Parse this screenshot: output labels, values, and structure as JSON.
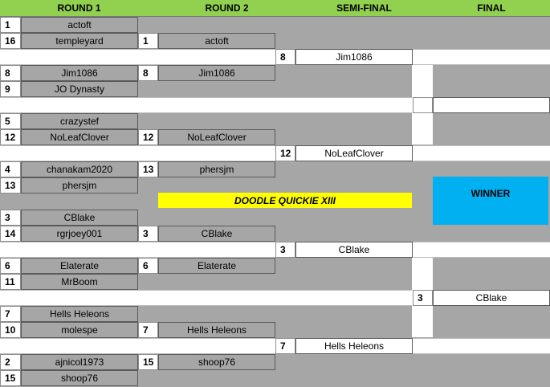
{
  "headers": [
    "ROUND 1",
    "ROUND 2",
    "SEMI-FINAL",
    "FINAL"
  ],
  "title": "DOODLE QUICKIE XIII",
  "winner_label": "WINNER",
  "colors": {
    "win": "#92d050",
    "loss": "#ff0000",
    "title": "#ffff00",
    "winner": "#00b0f0",
    "neutral": "#ffffff"
  },
  "round1": [
    {
      "seed": "1",
      "name": "actoft",
      "status": "win"
    },
    {
      "seed": "16",
      "name": "templeyard",
      "status": "loss"
    },
    {
      "seed": "8",
      "name": "Jim1086",
      "status": "win"
    },
    {
      "seed": "9",
      "name": "JO Dynasty",
      "status": "loss"
    },
    {
      "seed": "5",
      "name": "crazystef",
      "status": "loss"
    },
    {
      "seed": "12",
      "name": "NoLeafClover",
      "status": "win"
    },
    {
      "seed": "4",
      "name": "chanakam2020",
      "status": "loss"
    },
    {
      "seed": "13",
      "name": "phersjm",
      "status": "win"
    },
    {
      "seed": "3",
      "name": "CBlake",
      "status": "win"
    },
    {
      "seed": "14",
      "name": "rgrjoey001",
      "status": "loss"
    },
    {
      "seed": "6",
      "name": "Elaterate",
      "status": "win"
    },
    {
      "seed": "11",
      "name": "MrBoom",
      "status": "loss"
    },
    {
      "seed": "7",
      "name": "Hells Heleons",
      "status": "win"
    },
    {
      "seed": "10",
      "name": "molespe",
      "status": "loss"
    },
    {
      "seed": "2",
      "name": "ajnicol1973",
      "status": "loss"
    },
    {
      "seed": "15",
      "name": "shoop76",
      "status": "win"
    }
  ],
  "round2": [
    {
      "seed": "1",
      "name": "actoft",
      "status": "loss"
    },
    {
      "seed": "8",
      "name": "Jim1086",
      "status": "win"
    },
    {
      "seed": "12",
      "name": "NoLeafClover",
      "status": "win"
    },
    {
      "seed": "13",
      "name": "phersjm",
      "status": "loss"
    },
    {
      "seed": "3",
      "name": "CBlake",
      "status": "win"
    },
    {
      "seed": "6",
      "name": "Elaterate",
      "status": "loss"
    },
    {
      "seed": "7",
      "name": "Hells Heleons",
      "status": "win"
    },
    {
      "seed": "15",
      "name": "shoop76",
      "status": "loss"
    }
  ],
  "semifinal": [
    {
      "seed": "8",
      "name": "Jim1086",
      "status": "neutral"
    },
    {
      "seed": "12",
      "name": "NoLeafClover",
      "status": "neutral"
    },
    {
      "seed": "3",
      "name": "CBlake",
      "status": "win"
    },
    {
      "seed": "7",
      "name": "Hells Heleons",
      "status": "loss"
    }
  ],
  "final": [
    {
      "seed": "",
      "name": "",
      "status": "neutral"
    },
    {
      "seed": "3",
      "name": "CBlake",
      "status": "neutral"
    }
  ]
}
